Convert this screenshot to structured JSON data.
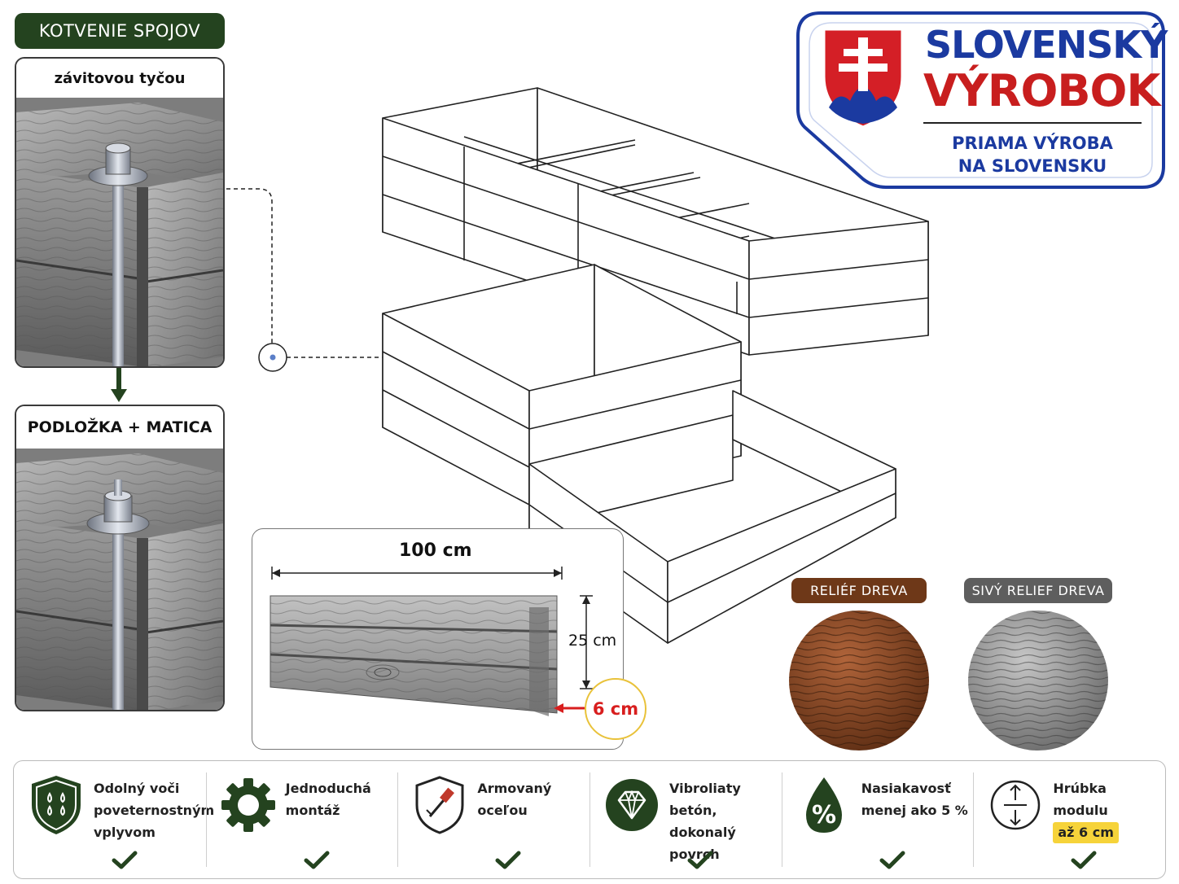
{
  "joint": {
    "heading": "KOTVENIE SPOJOV",
    "step1_caption": "závitovou tyčou",
    "step2_caption": "PODLOŽKA + MATICA"
  },
  "badge": {
    "title_line1": "SLOVENSKÝ",
    "title_line2": "VÝROBOK",
    "subtitle_line1": "PRIAMA VÝROBA",
    "subtitle_line2": "NA SLOVENSKU",
    "colors": {
      "blue": "#1b3aa0",
      "red": "#c81e1e"
    }
  },
  "dimensions": {
    "length": "100 cm",
    "height": "25 cm",
    "thickness": "6 cm"
  },
  "textures": [
    {
      "label": "RELIÉF DREVA",
      "color": "#6e3818"
    },
    {
      "label": "SIVÝ RELIEF DREVA",
      "color": "#5e5e5e"
    }
  ],
  "features": [
    {
      "icon": "weather-shield-icon",
      "lines": [
        "Odolný voči",
        "poveternostným",
        "vplyvom"
      ]
    },
    {
      "icon": "gear-icon",
      "lines": [
        "Jednoduchá",
        "montáž"
      ]
    },
    {
      "icon": "steel-shield-icon",
      "lines": [
        "Armovaný",
        "oceľou"
      ]
    },
    {
      "icon": "diamond-icon",
      "lines": [
        "Vibroliaty betón,",
        "dokonalý povrch"
      ]
    },
    {
      "icon": "percent-drop-icon",
      "lines": [
        "Nasiakavosť",
        "menej ako 5 %"
      ]
    },
    {
      "icon": "thickness-arrows-icon",
      "lines": [
        "Hrúbka modulu"
      ],
      "highlight": "až 6 cm"
    }
  ],
  "accent_green": "#24431f"
}
